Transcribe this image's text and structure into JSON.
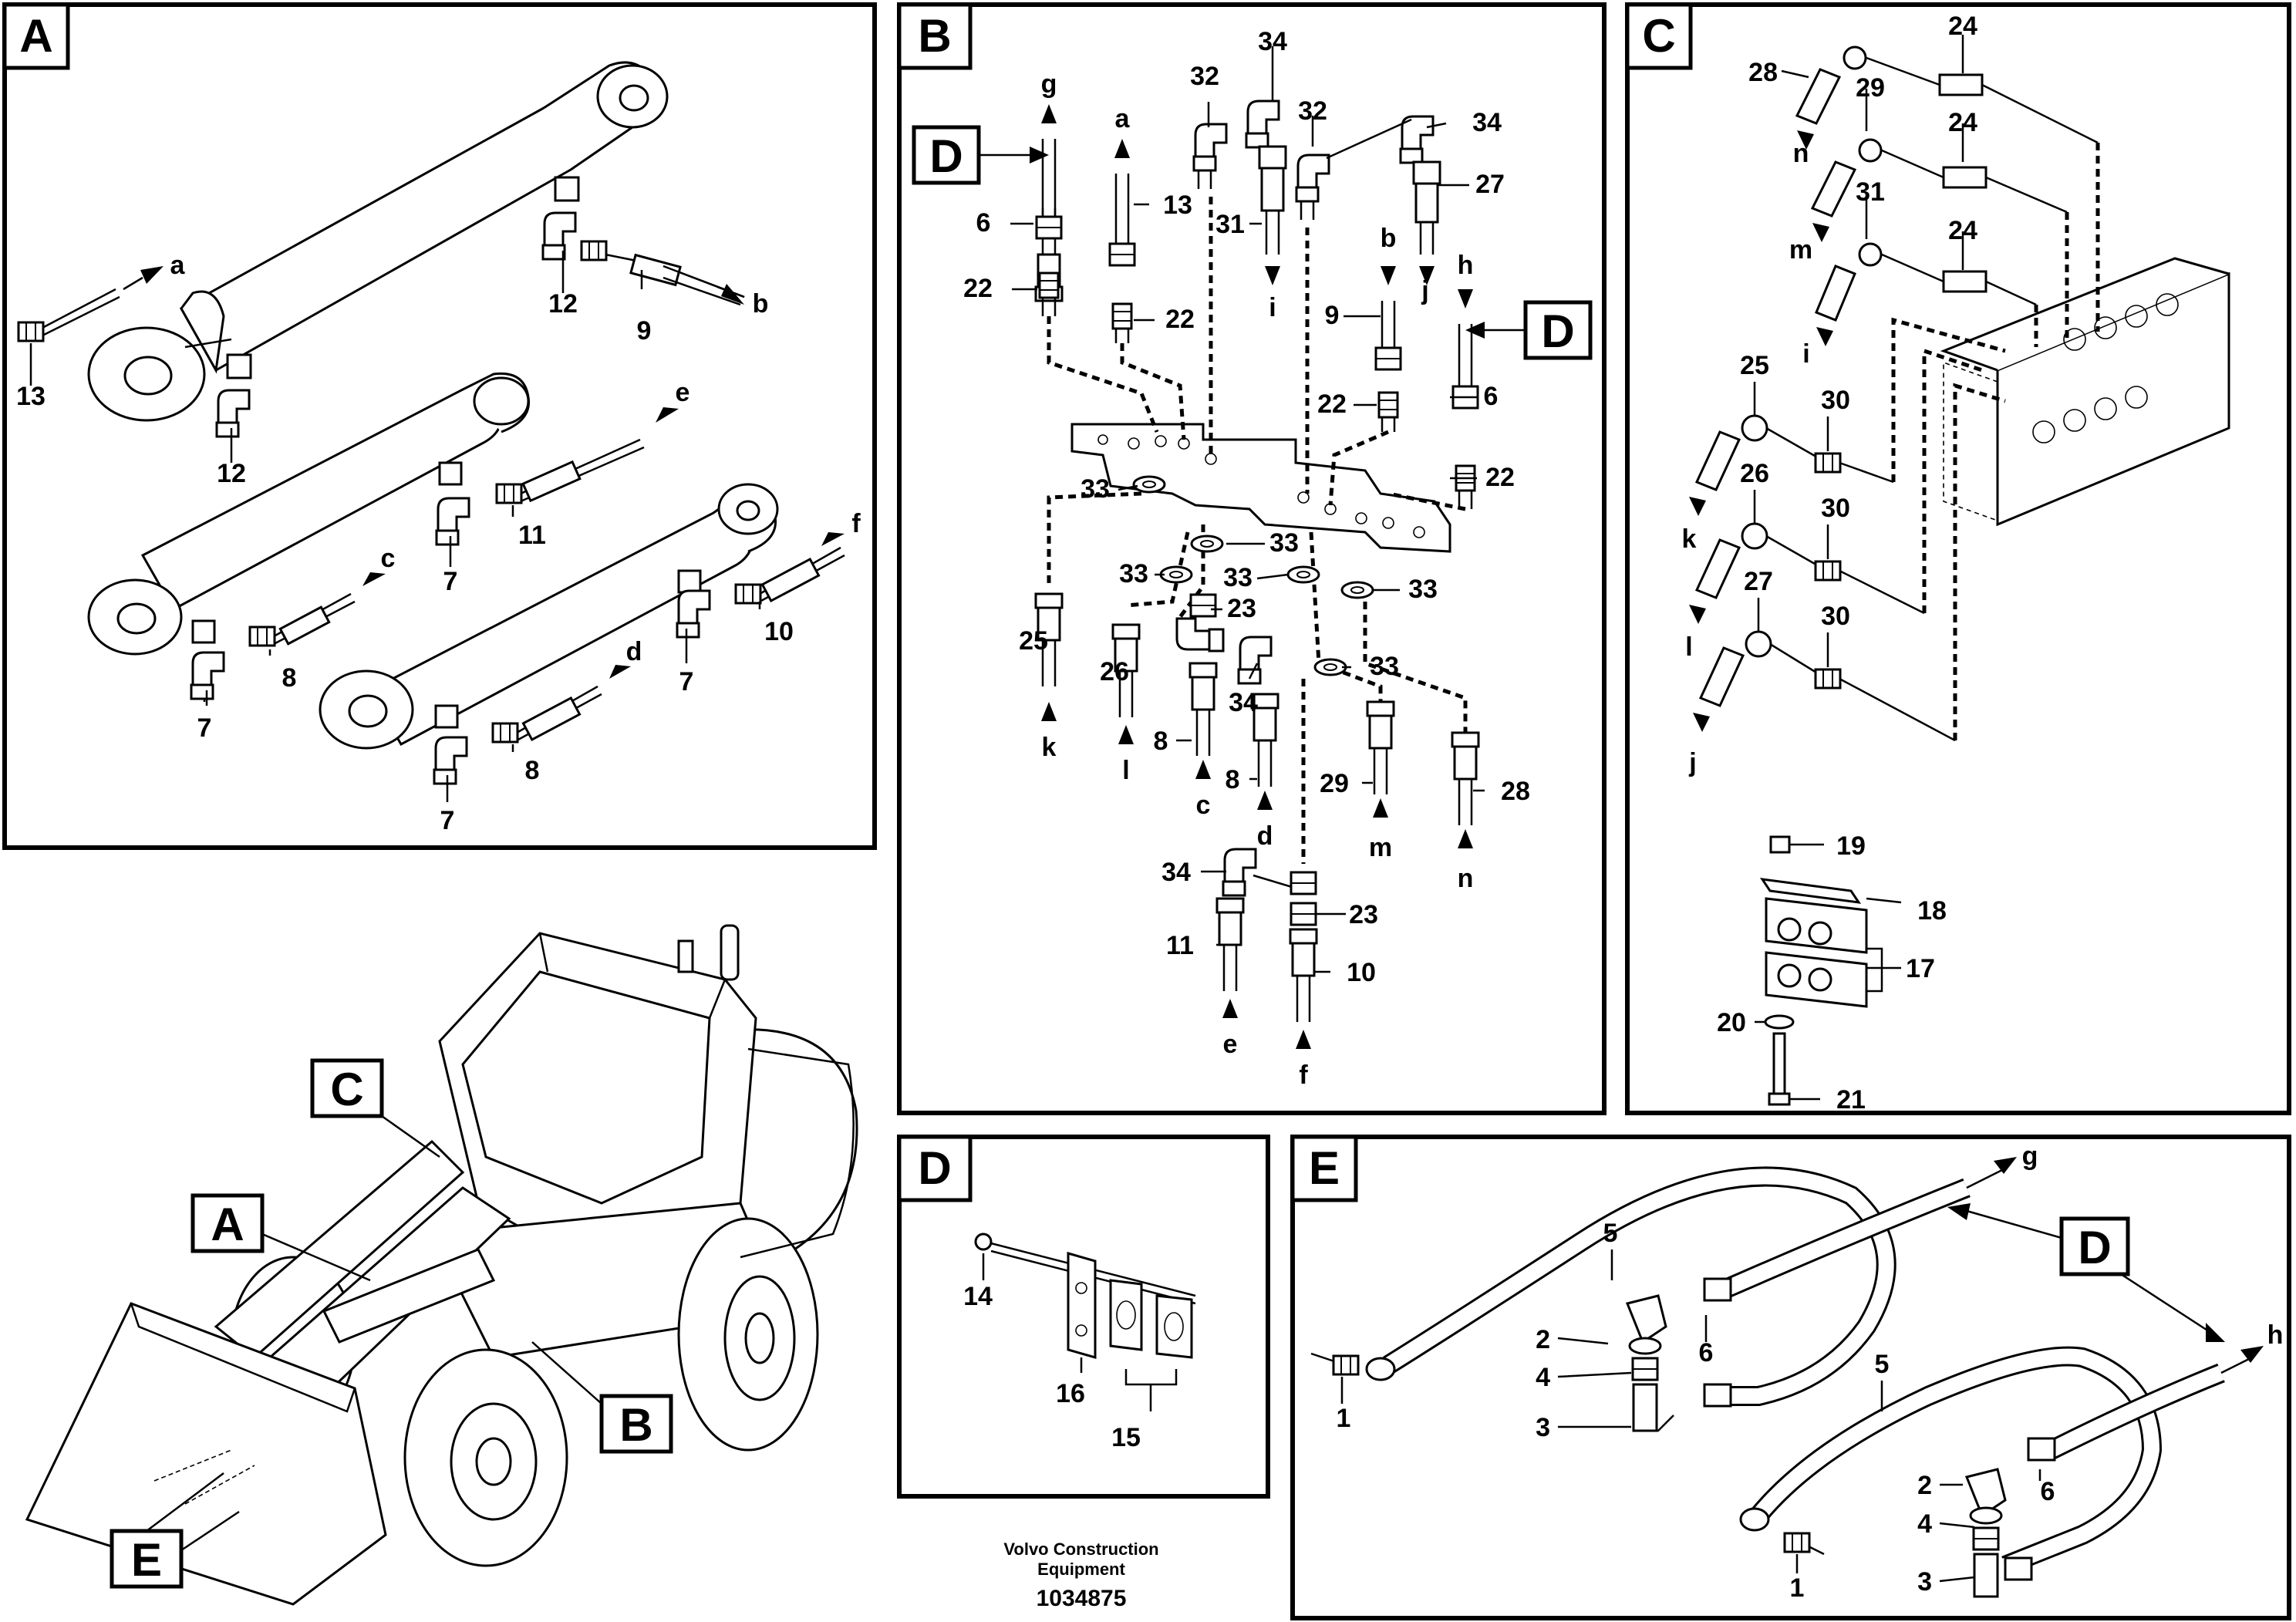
{
  "panels": {
    "A": {
      "letter": "A"
    },
    "B": {
      "letter": "B"
    },
    "C": {
      "letter": "C"
    },
    "D": {
      "letter": "D"
    },
    "E": {
      "letter": "E"
    }
  },
  "loader_callouts": {
    "A": "A",
    "B": "B",
    "C": "C",
    "E": "E"
  },
  "refs": {
    "D": "D"
  },
  "labels": {
    "n1": "1",
    "n2": "2",
    "n3": "3",
    "n4": "4",
    "n5": "5",
    "n6": "6",
    "n7": "7",
    "n8": "8",
    "n9": "9",
    "n10": "10",
    "n11": "11",
    "n12": "12",
    "n13": "13",
    "n14": "14",
    "n15": "15",
    "n16": "16",
    "n17": "17",
    "n18": "18",
    "n19": "19",
    "n20": "20",
    "n21": "21",
    "n22": "22",
    "n23": "23",
    "n24": "24",
    "n25": "25",
    "n26": "26",
    "n27": "27",
    "n28": "28",
    "n29": "29",
    "n30": "30",
    "n31": "31",
    "n32": "32",
    "n33": "33",
    "n34": "34",
    "a": "a",
    "b": "b",
    "c": "c",
    "d": "d",
    "e": "e",
    "f": "f",
    "g": "g",
    "h": "h",
    "i": "i",
    "j": "j",
    "k": "k",
    "l": "l",
    "m": "m",
    "n": "n"
  },
  "footer": {
    "line1": "Volvo Construction",
    "line2": "Equipment",
    "number": "1034875"
  }
}
